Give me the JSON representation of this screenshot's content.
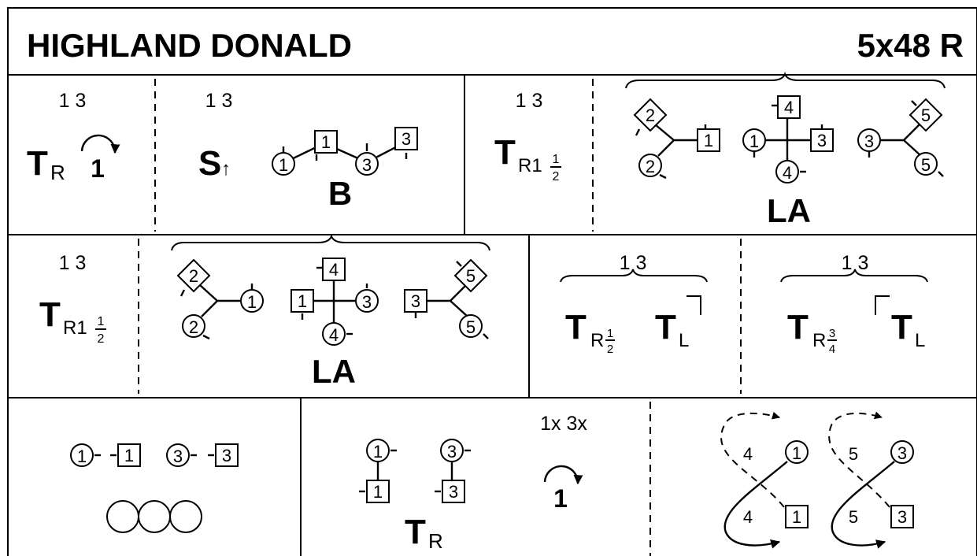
{
  "header": {
    "title": "HIGHLAND DONALD",
    "spec": "5x48 R"
  },
  "row1": {
    "c1": {
      "bars": "1 3",
      "fig": "T",
      "sub": "R",
      "turn": "1"
    },
    "c2": {
      "bars": "1 3",
      "fig": "S",
      "arrow": "↑",
      "formation": "B",
      "dancers": [
        "1",
        "1",
        "3",
        "3"
      ]
    },
    "c3": {
      "bars": "1 3",
      "fig": "T",
      "sub": "R1",
      "frac_n": "1",
      "frac_d": "2"
    },
    "c4": {
      "formation": "LA",
      "dancers": [
        "2",
        "2",
        "1",
        "1",
        "4",
        "3",
        "4",
        "3",
        "5",
        "5"
      ]
    }
  },
  "row2": {
    "c1": {
      "bars": "1 3",
      "fig": "T",
      "sub": "R1",
      "frac_n": "1",
      "frac_d": "2"
    },
    "c2": {
      "formation": "LA",
      "dancers": [
        "2",
        "2",
        "1",
        "1",
        "4",
        "3",
        "4",
        "3",
        "5",
        "5"
      ]
    },
    "c3": {
      "bars": "1 3",
      "fig1": "T",
      "sub1": "R",
      "frac_n": "1",
      "frac_d": "2",
      "fig2": "T",
      "sub2": "L"
    },
    "c4": {
      "bars": "1 3",
      "fig1": "T",
      "sub1": "R",
      "frac_n": "3",
      "frac_d": "4",
      "fig2": "T",
      "sub2": "L"
    }
  },
  "row3": {
    "c1": {
      "dancers": [
        "1",
        "1",
        "3",
        "3"
      ]
    },
    "c2": {
      "bars": "1x 3x",
      "fig": "T",
      "sub": "R",
      "turn": "1",
      "dancers": [
        "1",
        "1",
        "3",
        "3"
      ]
    },
    "c3": {
      "labels": [
        "4",
        "1",
        "5",
        "3",
        "4",
        "1",
        "5",
        "3"
      ]
    }
  }
}
